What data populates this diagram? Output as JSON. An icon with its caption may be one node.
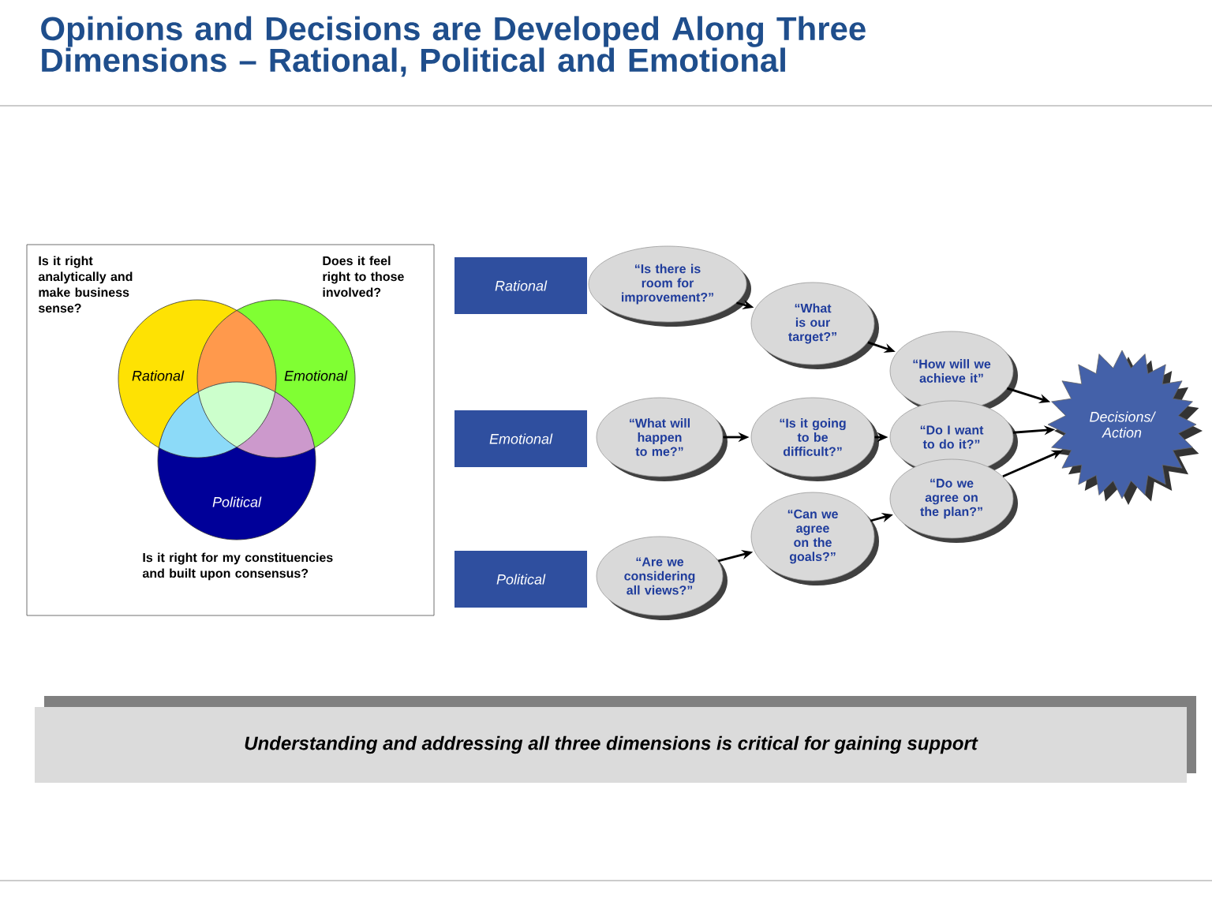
{
  "diagram": {
    "title": "Opinions and Decisions are Developed Along Three Dimensions – Rational, Political and Emotional",
    "nodes": [
      {
        "text": [
          "Is it right analytically  and make business sense?",
          "Does it feel right to those involved?",
          "Is it right for my constituencies and built upon consensus?"
        ]
      },
      {
        "text": [
          "Rational"
        ],
        "in": 0
      },
      {
        "text": [
          "Emotional"
        ],
        "in": 0
      },
      {
        "text": [
          "Political"
        ],
        "in": 0
      },
      {
        "text": [
          "Rational"
        ]
      },
      {
        "text": [
          "Emotional"
        ]
      },
      {
        "text": [
          "Political"
        ]
      },
      {
        "text": [
          "“Is there is room for improvement?”"
        ]
      },
      {
        "text": [
          "“What is our target?”"
        ]
      },
      {
        "text": [
          "“How will we achieve it”"
        ]
      },
      {
        "text": [
          "“What will happen to me?”"
        ]
      },
      {
        "text": [
          "“Is it going to be difficult?”"
        ]
      },
      {
        "text": [
          "“Do I want to do it?”"
        ]
      },
      {
        "text": [
          "“Are we considering all views?”"
        ]
      },
      {
        "text": [
          "“Can we agree on the goals?”"
        ]
      },
      {
        "text": [
          "“Do we agree on the plan?”"
        ]
      },
      {
        "text": [
          "Decisions/ Action"
        ]
      },
      {
        "text": [
          "Understanding and addressing all three dimensions is critical for gaining support"
        ]
      }
    ],
    "edges": [
      {
        "from": 7,
        "to": 8,
        "arrow": "to"
      },
      {
        "from": 8,
        "to": 9,
        "arrow": "to"
      },
      {
        "from": 9,
        "to": 16,
        "arrow": "to"
      },
      {
        "from": 10,
        "to": 11,
        "arrow": "to"
      },
      {
        "from": 11,
        "to": 12,
        "arrow": "to"
      },
      {
        "from": 12,
        "to": 16,
        "arrow": "to"
      },
      {
        "from": 13,
        "to": 14,
        "arrow": "to"
      },
      {
        "from": 14,
        "to": 15,
        "arrow": "to"
      },
      {
        "from": 15,
        "to": 16,
        "arrow": "to"
      }
    ]
  }
}
